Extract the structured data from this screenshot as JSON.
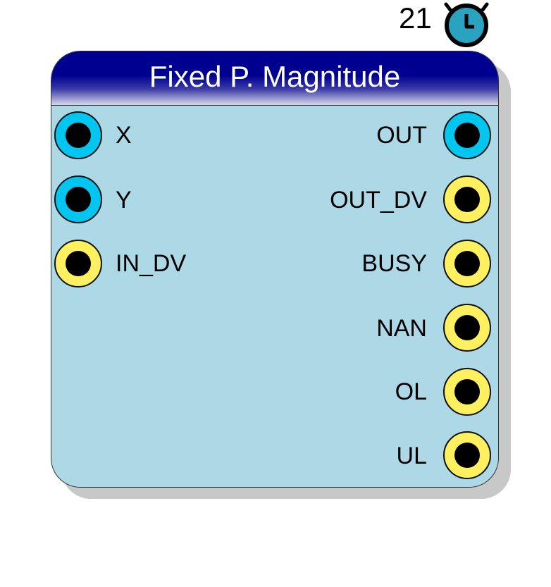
{
  "timer": {
    "value": "21",
    "icon": "stopwatch-icon",
    "color": "#2aa3c0"
  },
  "block": {
    "title": "Fixed P. Magnitude",
    "title_color": "#000090",
    "body_color": "#add8e6"
  },
  "inputs": [
    {
      "label": "X",
      "type": "data",
      "color": "#00c6f0"
    },
    {
      "label": "Y",
      "type": "data",
      "color": "#00c6f0"
    },
    {
      "label": "IN_DV",
      "type": "flag",
      "color": "#fff060"
    }
  ],
  "outputs": [
    {
      "label": "OUT",
      "type": "data",
      "color": "#00c6f0"
    },
    {
      "label": "OUT_DV",
      "type": "flag",
      "color": "#fff060"
    },
    {
      "label": "BUSY",
      "type": "flag",
      "color": "#fff060"
    },
    {
      "label": "NAN",
      "type": "flag",
      "color": "#fff060"
    },
    {
      "label": "OL",
      "type": "flag",
      "color": "#fff060"
    },
    {
      "label": "UL",
      "type": "flag",
      "color": "#fff060"
    }
  ]
}
